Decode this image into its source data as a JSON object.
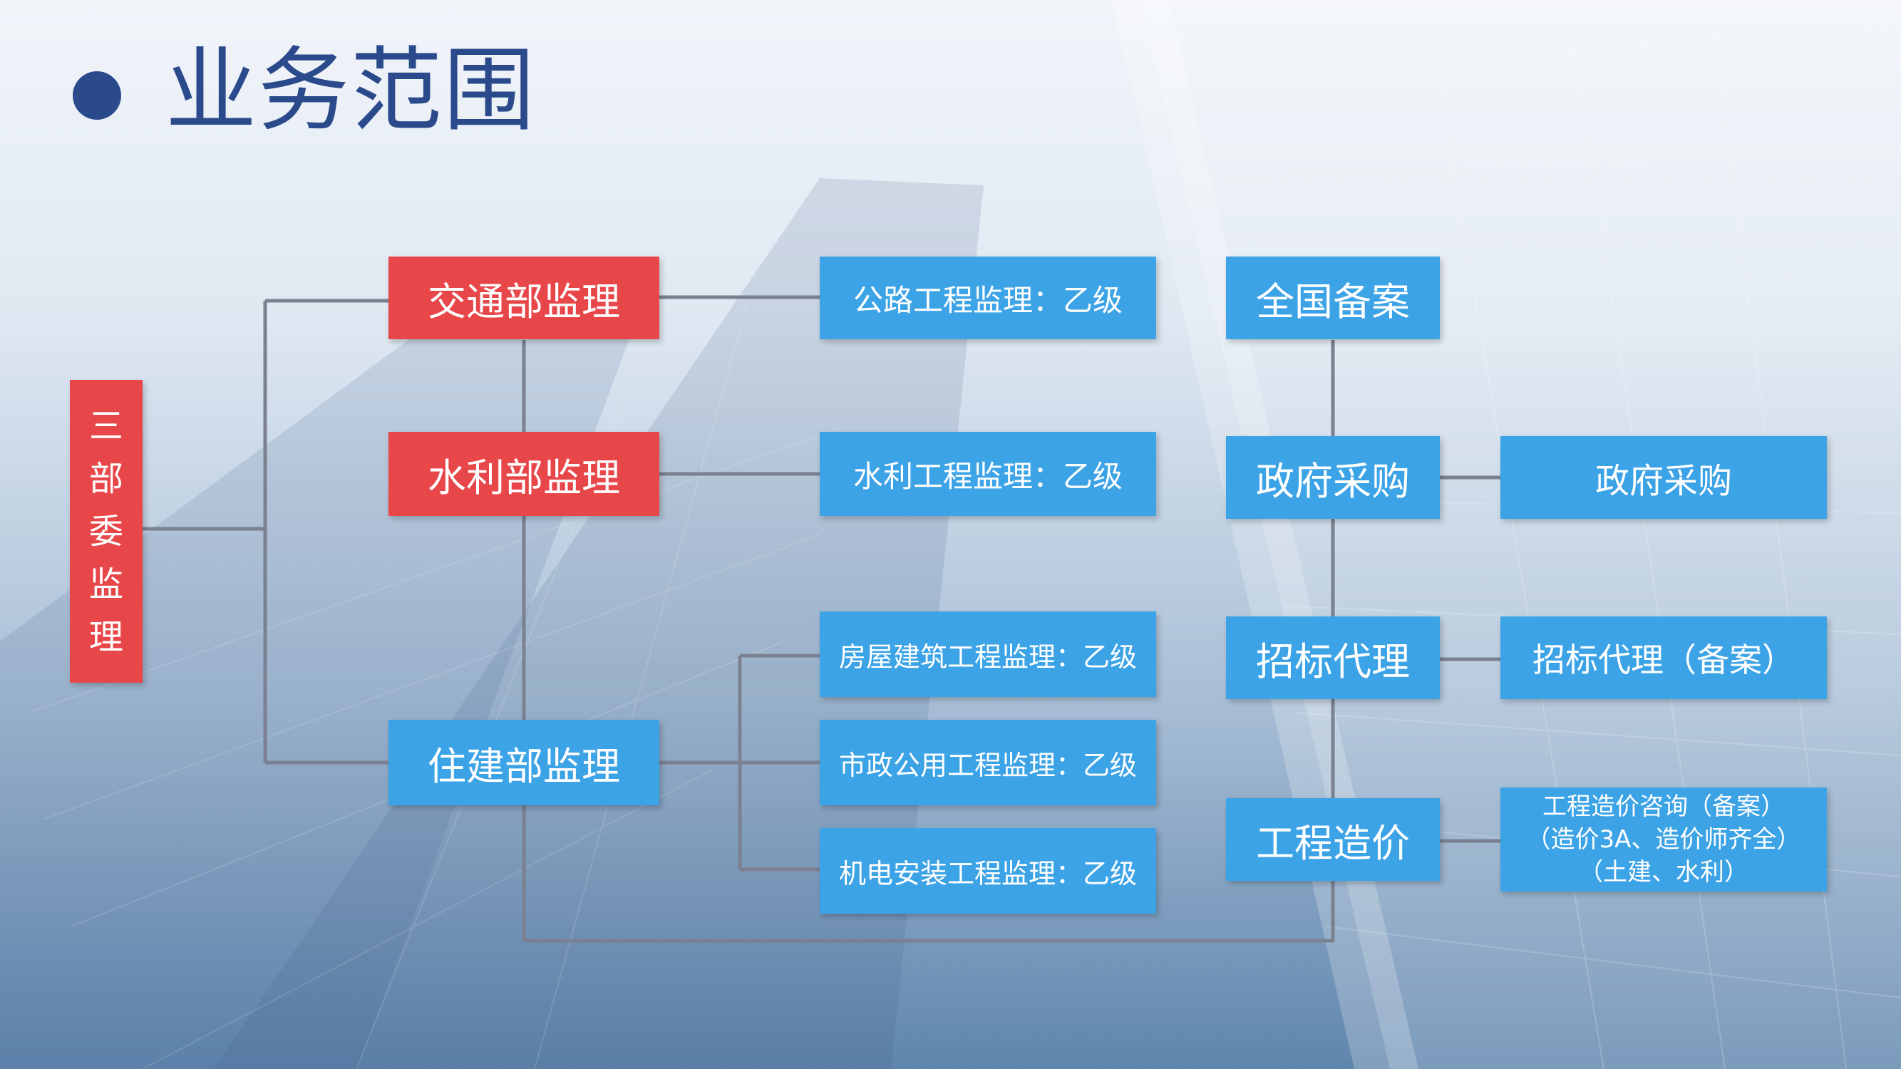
{
  "title": "业务范围",
  "root": [
    "三",
    "部",
    "委",
    "监",
    "理"
  ],
  "departments": {
    "jiaotong": "交通部监理",
    "shuili": "水利部监理",
    "zhujian": "住建部监理"
  },
  "qualifications": {
    "gonglu": "公路工程监理：乙级",
    "shuili": "水利工程监理：乙级",
    "fangwu": "房屋建筑工程监理：乙级",
    "shizheng": "市政公用工程监理：乙级",
    "jidian": "机电安装工程监理：乙级"
  },
  "services": {
    "quanguo": "全国备案",
    "zhengfu": "政府采购",
    "zhaobiao": "招标代理",
    "zaojia": "工程造价"
  },
  "details": {
    "zhengfu": "政府采购",
    "zhaobiao": "招标代理（备案）",
    "zaojia": [
      "工程造价咨询（备案）",
      "（造价3A、造价师齐全）",
      "（土建、水利）"
    ]
  },
  "colors": {
    "title": "#2b4a8c",
    "red_box": "#e8474a",
    "blue_box": "#3ca3e6",
    "connector": "#7b8190"
  },
  "icons": {
    "bullet": "filled-circle"
  }
}
